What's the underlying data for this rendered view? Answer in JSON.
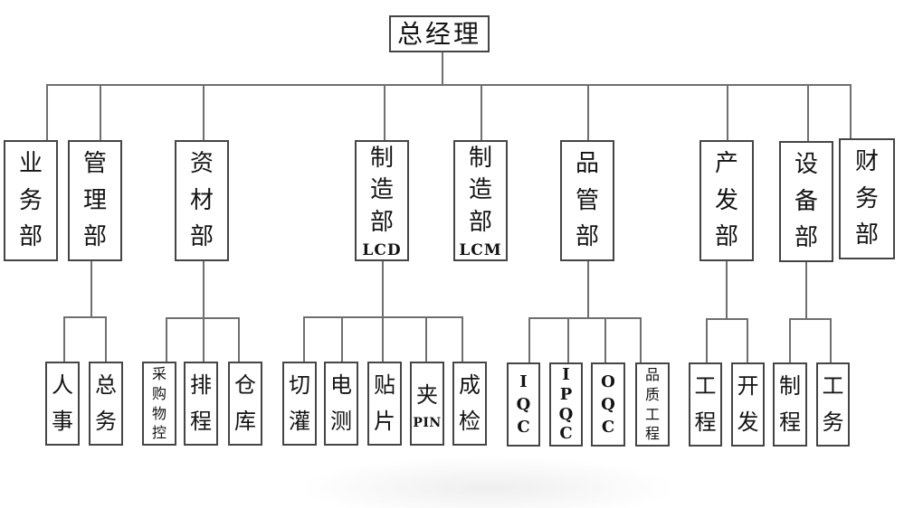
{
  "colors": {
    "background": "#ffffff",
    "box_border": "#454545",
    "connector_line": "#6f6f6f",
    "text": "#131313"
  },
  "org": {
    "label": "总经理",
    "children": [
      {
        "label": "业务部",
        "children": []
      },
      {
        "label": "管理部",
        "children": [
          {
            "label": "人事"
          },
          {
            "label": "总务"
          }
        ]
      },
      {
        "label": "资材部",
        "children": [
          {
            "label": "采购物控"
          },
          {
            "label": "排程"
          },
          {
            "label": "仓库"
          }
        ]
      },
      {
        "label": "制造部",
        "sub": "LCD",
        "children": [
          {
            "label": "切灌"
          },
          {
            "label": "电测"
          },
          {
            "label": "贴片"
          },
          {
            "label": "夹",
            "sub": "PIN"
          },
          {
            "label": "成检"
          }
        ]
      },
      {
        "label": "制造部",
        "sub": "LCM",
        "children": []
      },
      {
        "label": "品管部",
        "children": [
          {
            "label": "IQC"
          },
          {
            "label": "IPQC"
          },
          {
            "label": "OQC"
          },
          {
            "label": "品质工程"
          }
        ]
      },
      {
        "label": "产发部",
        "children": [
          {
            "label": "工程"
          },
          {
            "label": "开发"
          }
        ]
      },
      {
        "label": "设备部",
        "children": [
          {
            "label": "制程"
          },
          {
            "label": "工务"
          }
        ]
      },
      {
        "label": "财务部",
        "children": []
      }
    ]
  }
}
